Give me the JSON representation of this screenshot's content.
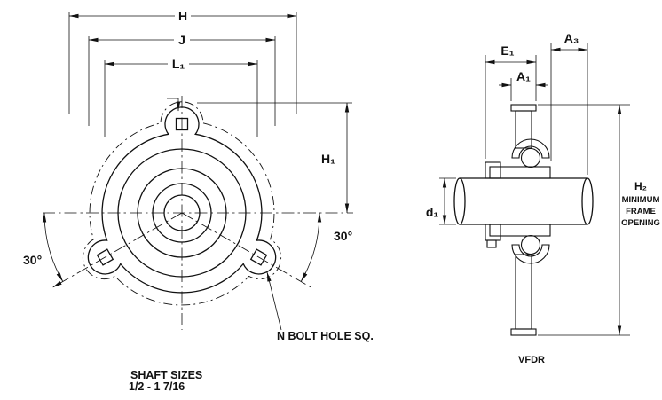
{
  "front_view": {
    "dim_h": "H",
    "dim_j": "J",
    "dim_l1": "L₁",
    "dim_h1": "H₁",
    "angle_left": "30°",
    "angle_right": "30°",
    "note_bolt_hole": "N BOLT HOLE SQ.",
    "shaft_sizes_title": "SHAFT SIZES",
    "shaft_sizes_range": "1/2 - 1 7/16"
  },
  "side_view": {
    "dim_e1": "E₁",
    "dim_a3": "A₃",
    "dim_a1": "A₁",
    "dim_d1": "d₁",
    "dim_h2": "H₂",
    "frame_line1": "MINIMUM",
    "frame_line2": "FRAME",
    "frame_line3": "OPENING",
    "model": "VFDR"
  }
}
